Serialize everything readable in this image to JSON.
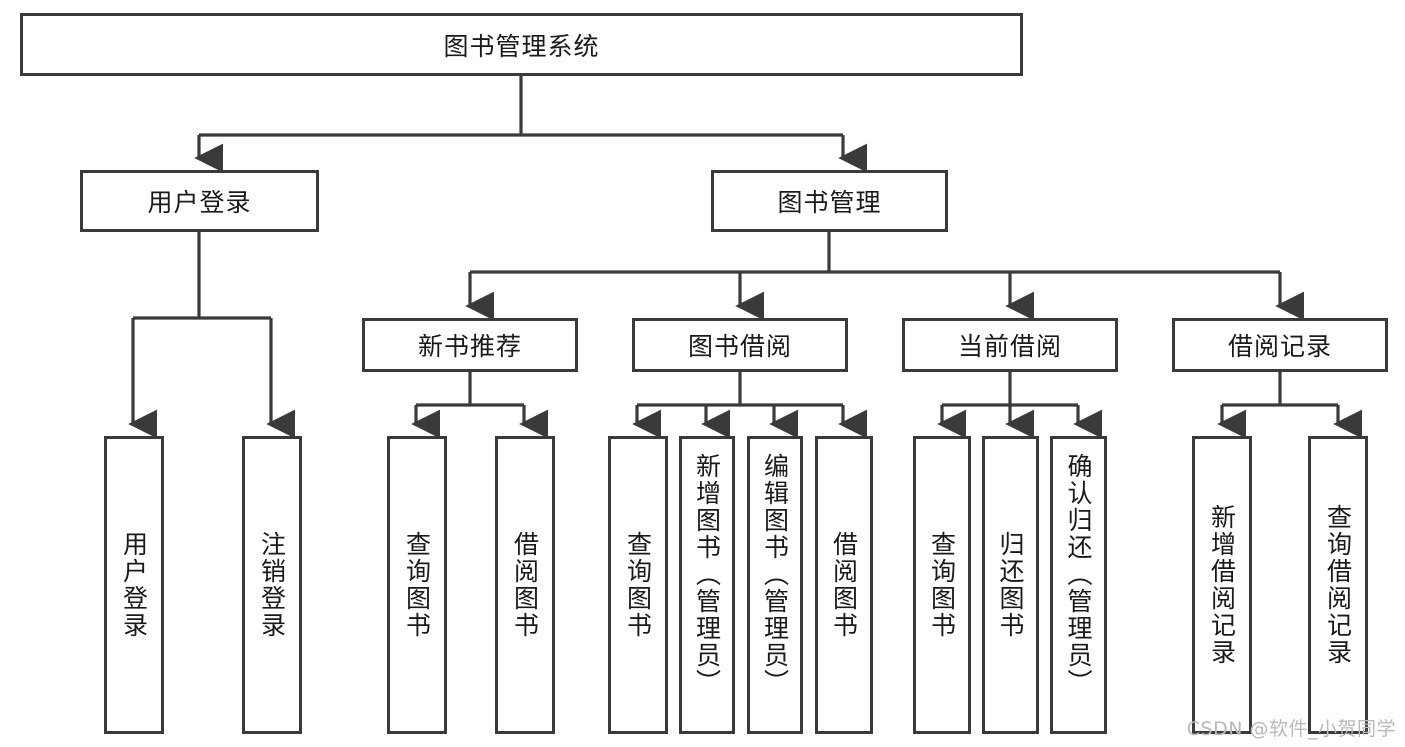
{
  "diagram": {
    "type": "tree-hierarchy-chart",
    "title": "图书管理系统",
    "root": {
      "id": "root",
      "label": "图书管理系统",
      "orientation": "horizontal"
    },
    "level2": [
      {
        "id": "user-login",
        "label": "用户登录",
        "orientation": "horizontal"
      },
      {
        "id": "book-manage",
        "label": "图书管理",
        "orientation": "horizontal"
      }
    ],
    "level3": [
      {
        "id": "new-book-recommend",
        "label": "新书推荐",
        "orientation": "horizontal",
        "parent": "book-manage"
      },
      {
        "id": "book-borrow",
        "label": "图书借阅",
        "orientation": "horizontal",
        "parent": "book-manage"
      },
      {
        "id": "current-borrow",
        "label": "当前借阅",
        "orientation": "horizontal",
        "parent": "book-manage"
      },
      {
        "id": "borrow-record",
        "label": "借阅记录",
        "orientation": "horizontal",
        "parent": "book-manage"
      }
    ],
    "leaves": [
      {
        "id": "leaf-user-login",
        "label": "用户登录",
        "parent": "user-login"
      },
      {
        "id": "leaf-logout-login",
        "label": "注销登录",
        "parent": "user-login"
      },
      {
        "id": "leaf-query-book-1",
        "label": "查询图书",
        "parent": "new-book-recommend"
      },
      {
        "id": "leaf-borrow-book-1",
        "label": "借阅图书",
        "parent": "new-book-recommend"
      },
      {
        "id": "leaf-query-book-2",
        "label": "查询图书",
        "parent": "book-borrow"
      },
      {
        "id": "leaf-add-book",
        "label": "新增图书（管理员）",
        "parent": "book-borrow"
      },
      {
        "id": "leaf-edit-book",
        "label": "编辑图书（管理员）",
        "parent": "book-borrow"
      },
      {
        "id": "leaf-borrow-book-2",
        "label": "借阅图书",
        "parent": "book-borrow"
      },
      {
        "id": "leaf-query-book-3",
        "label": "查询图书",
        "parent": "current-borrow"
      },
      {
        "id": "leaf-return-book",
        "label": "归还图书",
        "parent": "current-borrow"
      },
      {
        "id": "leaf-confirm-return",
        "label": "确认归还（管理员）",
        "parent": "current-borrow"
      },
      {
        "id": "leaf-add-record",
        "label": "新增借阅记录",
        "parent": "borrow-record"
      },
      {
        "id": "leaf-query-record",
        "label": "查询借阅记录",
        "parent": "borrow-record"
      }
    ],
    "watermark": "CSDN @软件_小贺同学",
    "colors": {
      "border": "#3a3a3a",
      "text": "#1a1a1a",
      "background": "#ffffff",
      "edge": "#3a3a3a",
      "watermark": "#b9b9b9"
    }
  }
}
